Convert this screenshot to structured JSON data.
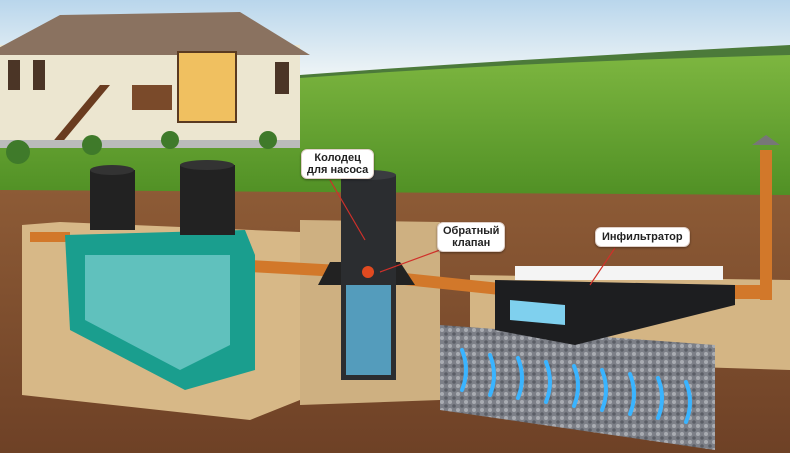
{
  "labels": {
    "pump_well_line1": "Колодец",
    "pump_well_line2": "для насоса",
    "check_valve_line1": "Обратный",
    "check_valve_line2": "клапан",
    "infiltrator": "Инфильтратор"
  },
  "colors": {
    "grass": "#5f9e2e",
    "soil": "#8b5a37",
    "sand": "#d8b98a",
    "tank": "#1a9e8e",
    "pipe": "#d2782a",
    "well": "#2b2d30",
    "leader": "#d0302a"
  }
}
